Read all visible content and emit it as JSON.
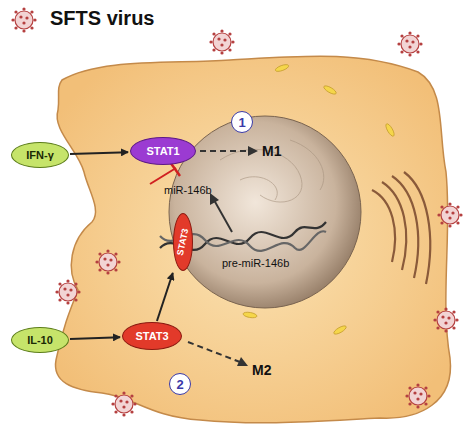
{
  "diagram": {
    "nodes": [
      {
        "text": [
          "IFN-γ"
        ]
      },
      {
        "text": [
          "STAT1"
        ]
      },
      {
        "text": [
          "STAT3"
        ]
      },
      {
        "text": [
          "IL-10"
        ]
      },
      {
        "text": [
          "STAT3"
        ]
      },
      {
        "text": [
          "1"
        ]
      },
      {
        "text": [
          "2"
        ]
      }
    ],
    "edges": [
      {
        "from": 0,
        "to": 1,
        "arrow": "to"
      },
      {
        "from": 3,
        "to": 4,
        "arrow": "to"
      },
      {
        "from": 4,
        "to": 2,
        "arrow": "to"
      }
    ],
    "labels": [
      "SFTS virus",
      "M1",
      "miR-146b",
      "pre-miR-146b",
      "M2"
    ]
  }
}
